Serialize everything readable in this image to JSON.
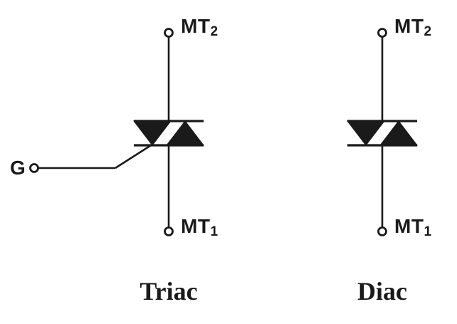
{
  "colors": {
    "background": "#ffffff",
    "ink": "#1a1a1a"
  },
  "symbols": [
    {
      "id": "triac",
      "caption": "Triac",
      "top_terminal_main": "MT",
      "top_terminal_sub": "2",
      "bottom_terminal_main": "MT",
      "bottom_terminal_sub": "1",
      "gate_label": "G"
    },
    {
      "id": "diac",
      "caption": "Diac",
      "top_terminal_main": "MT",
      "top_terminal_sub": "2",
      "bottom_terminal_main": "MT",
      "bottom_terminal_sub": "1"
    }
  ]
}
